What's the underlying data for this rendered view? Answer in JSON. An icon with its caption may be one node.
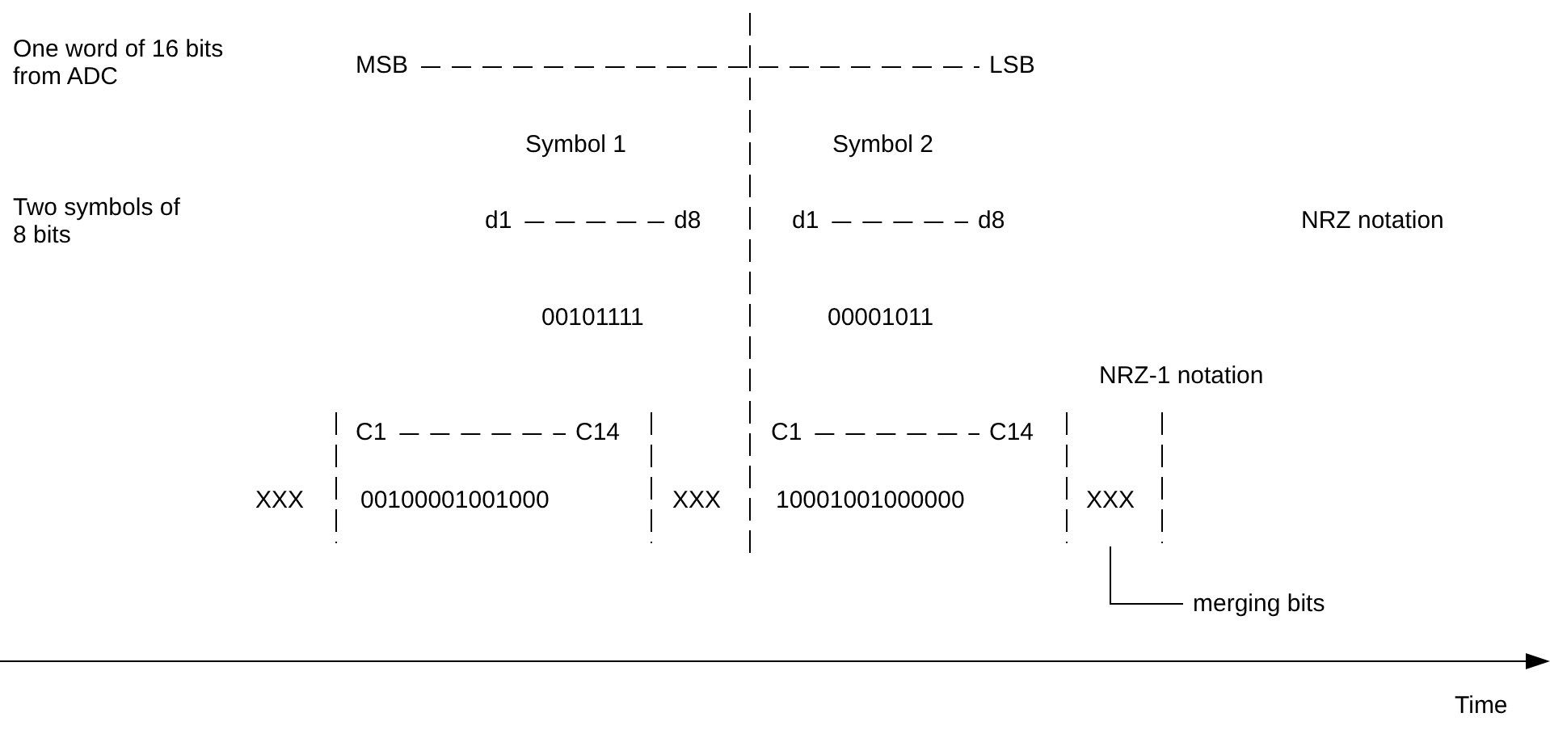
{
  "diagram": {
    "nodes": [
      {
        "text": [
          "MSB"
        ]
      },
      {
        "text": [
          "LSB"
        ]
      },
      {
        "text": [
          "d1"
        ]
      },
      {
        "text": [
          "d8"
        ]
      },
      {
        "text": [
          "d1"
        ]
      },
      {
        "text": [
          "d8"
        ]
      },
      {
        "text": [
          "C1"
        ]
      },
      {
        "text": [
          "C14"
        ]
      },
      {
        "text": [
          "C1"
        ]
      },
      {
        "text": [
          "C14"
        ]
      },
      {
        "text": [
          "XXX"
        ]
      },
      {
        "text": [
          "merging bits"
        ]
      }
    ],
    "edges": [
      {
        "from": 0,
        "to": 1,
        "arrow": "none",
        "style": "dashed"
      },
      {
        "from": 2,
        "to": 3,
        "arrow": "none",
        "style": "dashed"
      },
      {
        "from": 4,
        "to": 5,
        "arrow": "none",
        "style": "dashed"
      },
      {
        "from": 6,
        "to": 7,
        "arrow": "none",
        "style": "dashed"
      },
      {
        "from": 8,
        "to": 9,
        "arrow": "none",
        "style": "dashed"
      },
      {
        "from": 10,
        "to": 11,
        "arrow": "none"
      }
    ],
    "labels": [
      "One word of 16 bits from ADC",
      "Symbol 1",
      "Symbol 2",
      "Two symbols of 8 bits",
      "NRZ notation",
      "00101111",
      "00001011",
      "NRZ-1 notation",
      "XXX",
      "00100001001000",
      "XXX",
      "10001001000000",
      "Time"
    ]
  }
}
